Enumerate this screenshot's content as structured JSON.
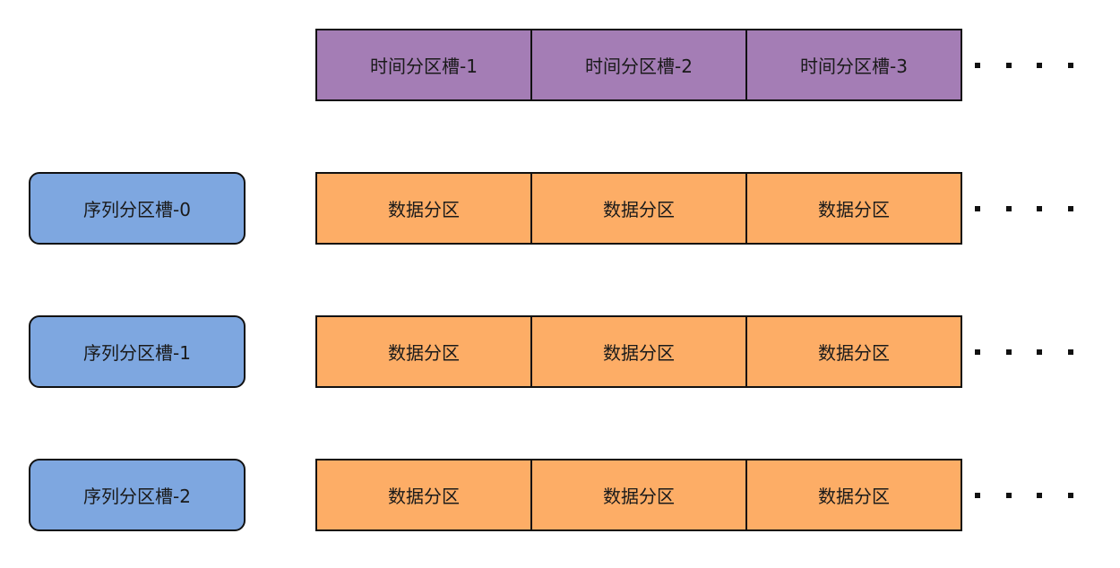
{
  "colors": {
    "time_slot_fill": "#a47db5",
    "data_partition_fill": "#fdad66",
    "series_slot_fill": "#7ea7e0",
    "border": "#111111"
  },
  "time_slots": [
    {
      "label": "时间分区槽-1"
    },
    {
      "label": "时间分区槽-2"
    },
    {
      "label": "时间分区槽-3"
    }
  ],
  "series_rows": [
    {
      "slot_label": "序列分区槽-0",
      "partitions": [
        "数据分区",
        "数据分区",
        "数据分区"
      ]
    },
    {
      "slot_label": "序列分区槽-1",
      "partitions": [
        "数据分区",
        "数据分区",
        "数据分区"
      ]
    },
    {
      "slot_label": "序列分区槽-2",
      "partitions": [
        "数据分区",
        "数据分区",
        "数据分区"
      ]
    }
  ],
  "continuation_icon": "horizontal-ellipsis-icon"
}
